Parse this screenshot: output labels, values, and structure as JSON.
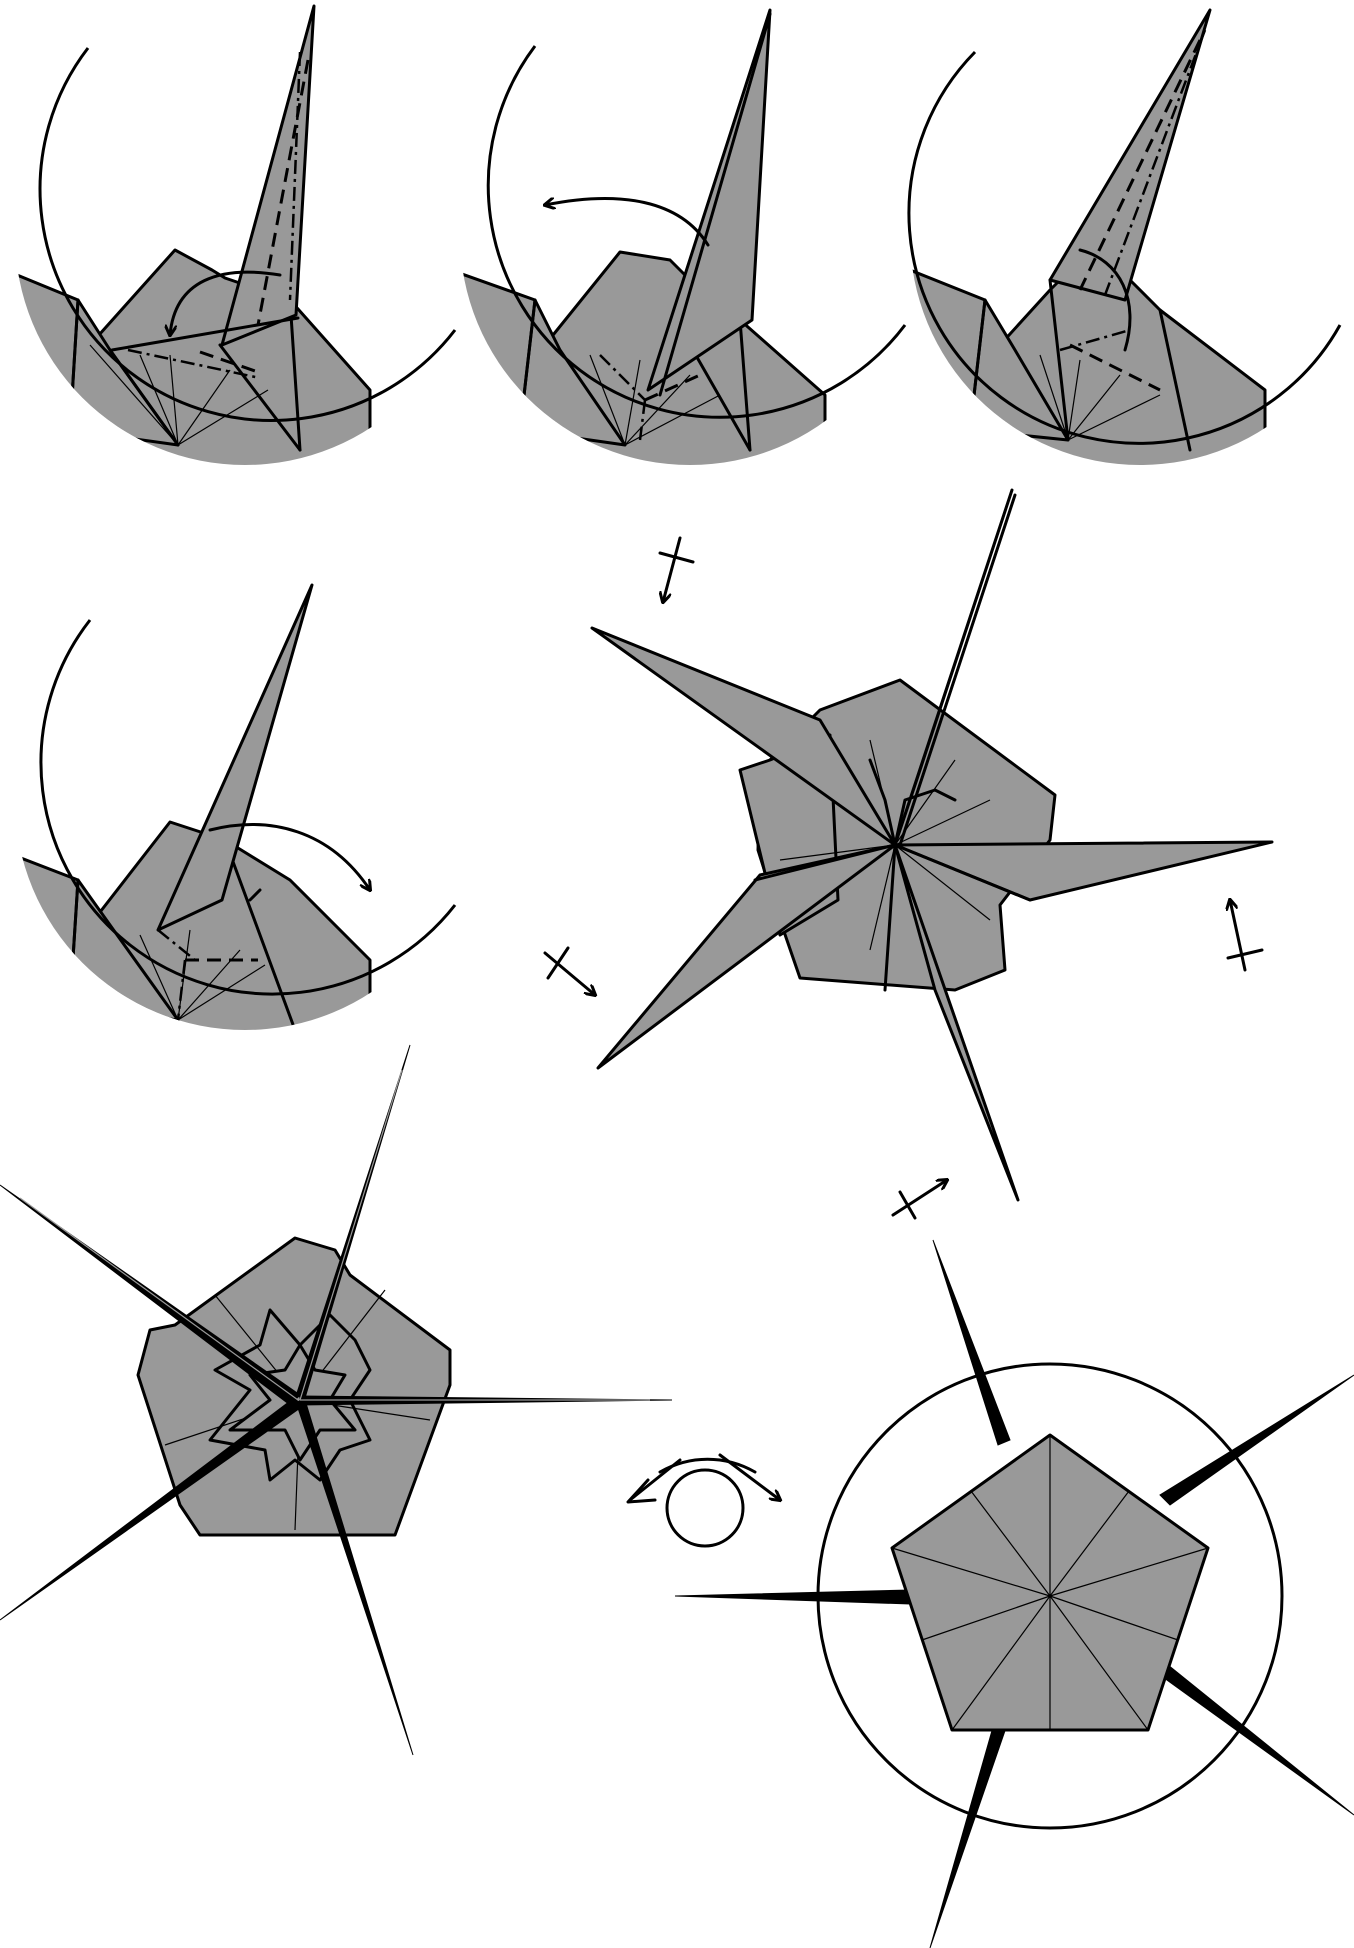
{
  "figure": {
    "colors": {
      "paper": "#999999",
      "line": "#000000",
      "background": "#ffffff"
    },
    "steps": [
      {
        "id": "step-1",
        "view": "detail-circle",
        "action": "valley-fold-point-down"
      },
      {
        "id": "step-2",
        "view": "detail-circle",
        "action": "swing-flap-left"
      },
      {
        "id": "step-3",
        "view": "detail-circle",
        "action": "reverse-fold-inside"
      },
      {
        "id": "step-4",
        "view": "detail-circle",
        "action": "swing-flap-right"
      },
      {
        "id": "step-5",
        "view": "full-model",
        "action": "thin-points"
      },
      {
        "id": "step-6",
        "view": "full-model",
        "action": "turn-over"
      },
      {
        "id": "step-7",
        "view": "full-model",
        "action": "finished-star"
      }
    ],
    "icons": [
      "fold-arrow-icon",
      "thin-point-icon",
      "turn-over-icon"
    ]
  }
}
